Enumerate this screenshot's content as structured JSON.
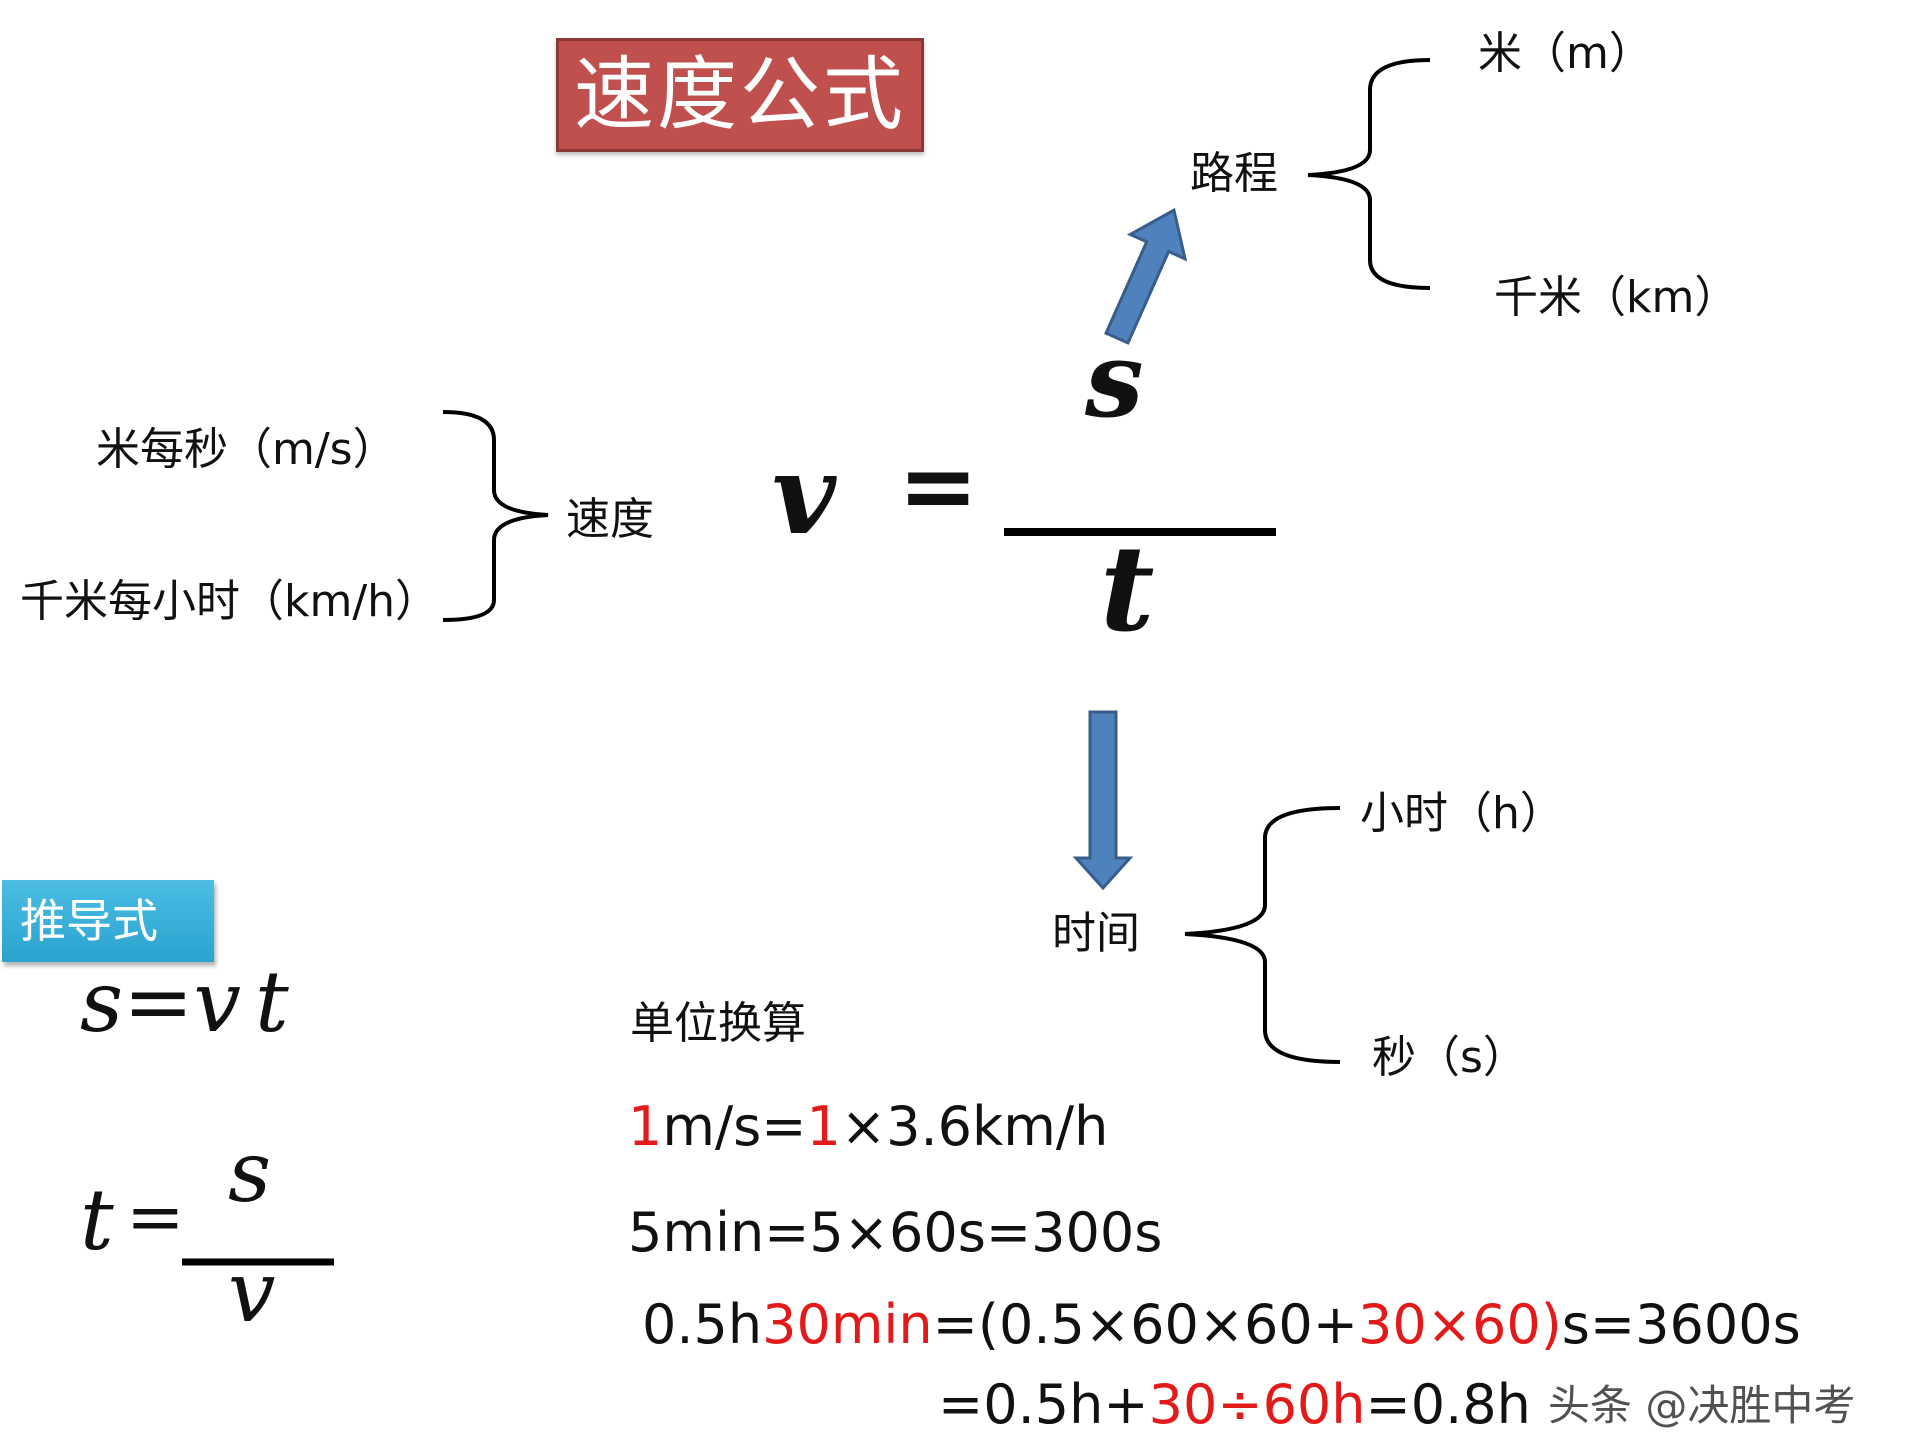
{
  "title": "速度公式",
  "derive_tag": "推导式",
  "formula": {
    "v": "v",
    "eq": "=",
    "s": "s",
    "t": "t"
  },
  "speed": {
    "label": "速度",
    "unit1": "米每秒（m/s）",
    "unit2": "千米每小时（km/h）"
  },
  "distance": {
    "label": "路程",
    "unit1": "米（m）",
    "unit2": "千米（km）"
  },
  "time": {
    "label": "时间",
    "unit1": "小时（h）",
    "unit2": "秒（s）"
  },
  "derived": {
    "f1_s": "s",
    "f1_eq": "=",
    "f1_v": "v",
    "f1_t": "t",
    "f2_t": "t",
    "f2_eq": "=",
    "f2_s": "s",
    "f2_v": "v"
  },
  "conversion": {
    "heading": "单位换算",
    "line1": [
      {
        "text": "1",
        "red": true
      },
      {
        "text": "m/s=",
        "red": false
      },
      {
        "text": "1",
        "red": true
      },
      {
        "text": "×3.6km/h",
        "red": false
      }
    ],
    "line2": [
      {
        "text": "5min=5×60s=300s",
        "red": false
      }
    ],
    "line3": [
      {
        "text": "0.5h",
        "red": false
      },
      {
        "text": "30min",
        "red": true
      },
      {
        "text": "=(0.5×60×60+",
        "red": false
      },
      {
        "text": "30×60)",
        "red": true
      },
      {
        "text": "s=3600s",
        "red": false
      }
    ],
    "line4": [
      {
        "text": "=0.5h+",
        "red": false
      },
      {
        "text": "30÷60h",
        "red": true
      },
      {
        "text": "=0.8h",
        "red": false
      }
    ]
  },
  "watermark": "头条 @决胜中考",
  "colors": {
    "title_bg": "#c0504d",
    "tag_bg": "#31a9d6",
    "arrow": "#4f81bd",
    "red": "#e31a1a"
  }
}
